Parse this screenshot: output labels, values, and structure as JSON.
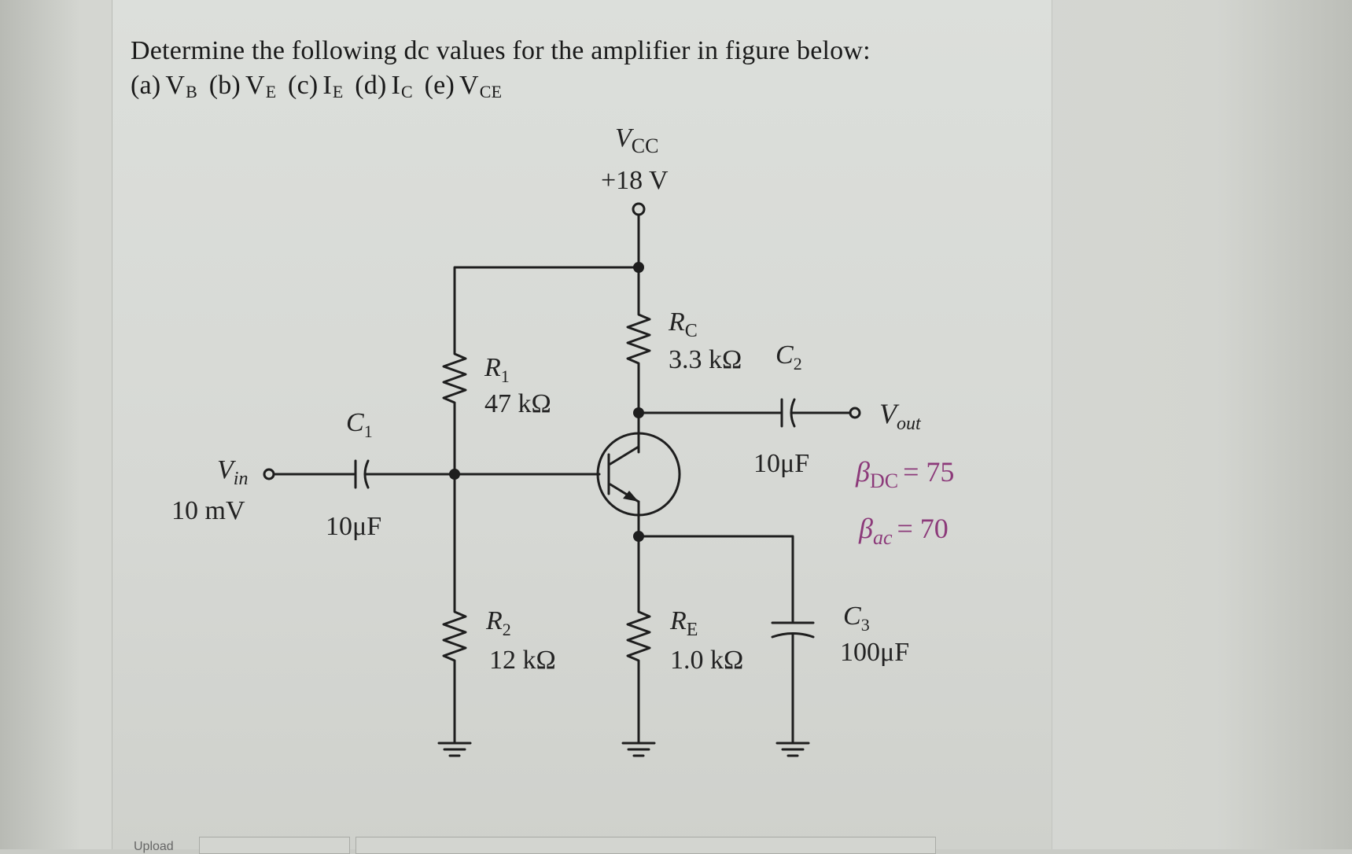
{
  "question": {
    "line1": "Determine the following dc values for the amplifier in figure below:",
    "parts": [
      {
        "tag": "(a)",
        "sym": "V",
        "sub": "B"
      },
      {
        "tag": "(b)",
        "sym": "V",
        "sub": "E"
      },
      {
        "tag": "(c)",
        "sym": "I",
        "sub": "E"
      },
      {
        "tag": "(d)",
        "sym": "I",
        "sub": "C"
      },
      {
        "tag": "(e)",
        "sym": "V",
        "sub": "CE"
      }
    ]
  },
  "circuit": {
    "vcc_label": "V",
    "vcc_sub": "CC",
    "vcc_value": "+18 V",
    "r1_name": "R",
    "r1_sub": "1",
    "r1_value": "47 kΩ",
    "r2_name": "R",
    "r2_sub": "2",
    "r2_value": "12 kΩ",
    "rc_name": "R",
    "rc_sub": "C",
    "rc_value": "3.3 kΩ",
    "re_name": "R",
    "re_sub": "E",
    "re_value": "1.0 kΩ",
    "c1_name": "C",
    "c1_sub": "1",
    "c1_value": "10μF",
    "c2_name": "C",
    "c2_sub": "2",
    "c2_value": "10μF",
    "c3_name": "C",
    "c3_sub": "3",
    "c3_value": "100μF",
    "vin_name": "V",
    "vin_sub": "in",
    "vin_value": "10 mV",
    "vout_name": "V",
    "vout_sub": "out",
    "beta_dc_sym": "β",
    "beta_dc_sub": "DC",
    "beta_dc_value": "= 75",
    "beta_ac_sym": "β",
    "beta_ac_sub": "ac",
    "beta_ac_value": "= 70"
  },
  "footer": {
    "label": "Upload"
  }
}
